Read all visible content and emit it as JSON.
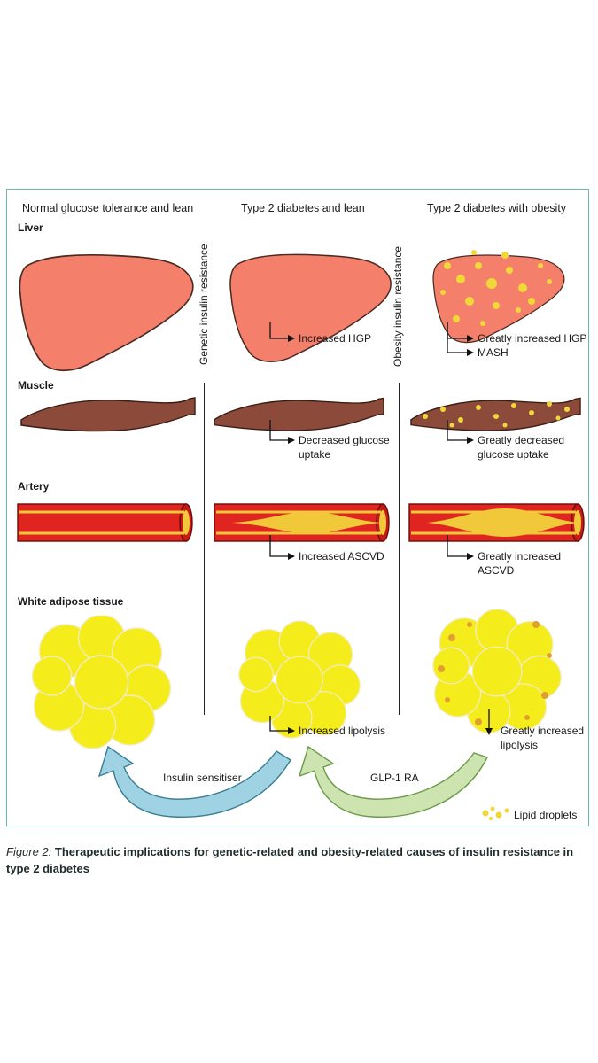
{
  "columns": {
    "normal": "Normal glucose tolerance and lean",
    "t2d_lean": "Type 2 diabetes and lean",
    "t2d_obese": "Type 2 diabetes with obesity"
  },
  "rows": {
    "liver": "Liver",
    "muscle": "Muscle",
    "artery": "Artery",
    "adipose": "White adipose tissue"
  },
  "side_labels": {
    "genetic": "Genetic insulin resistance",
    "obesity": "Obesity insulin resistance"
  },
  "effects": {
    "liver_lean": "Increased HGP",
    "liver_obese_1": "Greatly increased HGP",
    "liver_obese_2": "MASH",
    "muscle_lean_1": "Decreased glucose",
    "muscle_lean_2": "uptake",
    "muscle_obese_1": "Greatly decreased",
    "muscle_obese_2": "glucose uptake",
    "artery_lean": "Increased ASCVD",
    "artery_obese_1": "Greatly increased",
    "artery_obese_2": "ASCVD",
    "adipose_lean": "Increased lipolysis",
    "adipose_obese_1": "Greatly increased",
    "adipose_obese_2": "lipolysis"
  },
  "therapies": {
    "sensitiser": "Insulin sensitiser",
    "glp1": "GLP-1 RA"
  },
  "legend": {
    "lipid": "Lipid droplets"
  },
  "caption": {
    "figure_no": "Figure 2:",
    "text": " Therapeutic implications for genetic-related and obesity-related causes of insulin resistance in type 2 diabetes"
  },
  "colors": {
    "liver": "#f4806b",
    "muscle": "#8b4a3a",
    "artery": "#e0241f",
    "adipose": "#f5ec1c",
    "sensitiser_arrow": "#9fd3e3",
    "glp1_arrow": "#cde3b0",
    "frame": "#6db8a3"
  }
}
